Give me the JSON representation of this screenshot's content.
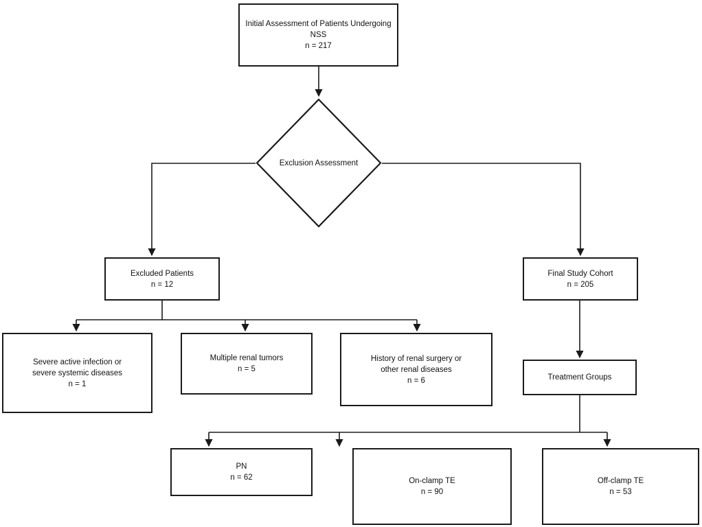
{
  "diagram": {
    "type": "flowchart",
    "title": "Patient selection flow for nephron-sparing surgery study",
    "background_color": "#ffffff",
    "line_color": "#1a1a1a",
    "text_color": "#111111"
  },
  "nodes": {
    "initial_assessment": {
      "shape": "rectangle",
      "text": "Initial Assessment of Patients Undergoing NSS\nn = 217",
      "count": 217
    },
    "exclusion_assessment": {
      "shape": "diamond",
      "text": "Exclusion Assessment"
    },
    "excluded_patients": {
      "shape": "rectangle",
      "text": "Excluded Patients\nn = 12",
      "count": 12
    },
    "final_cohort": {
      "shape": "rectangle",
      "text": "Final Study Cohort\nn = 205",
      "count": 205
    },
    "exclusion_reason_1": {
      "shape": "rectangle",
      "text": "Severe active infection or\nsevere systemic diseases\nn = 1",
      "count": 1
    },
    "exclusion_reason_2": {
      "shape": "rectangle",
      "text": "Multiple renal tumors\nn = 5",
      "count": 5
    },
    "exclusion_reason_3": {
      "shape": "rectangle",
      "text": "History of renal surgery or\nother renal diseases\nn = 6",
      "count": 6
    },
    "treatment_groups": {
      "shape": "rectangle",
      "text": "Treatment Groups"
    },
    "group_pn": {
      "shape": "rectangle",
      "text": "PN\nn = 62",
      "count": 62
    },
    "group_on_clamp": {
      "shape": "rectangle",
      "text": "On-clamp TE\nn = 90",
      "count": 90
    },
    "group_off_clamp": {
      "shape": "rectangle",
      "text": "Off-clamp TE\nn = 53",
      "count": 53
    }
  }
}
